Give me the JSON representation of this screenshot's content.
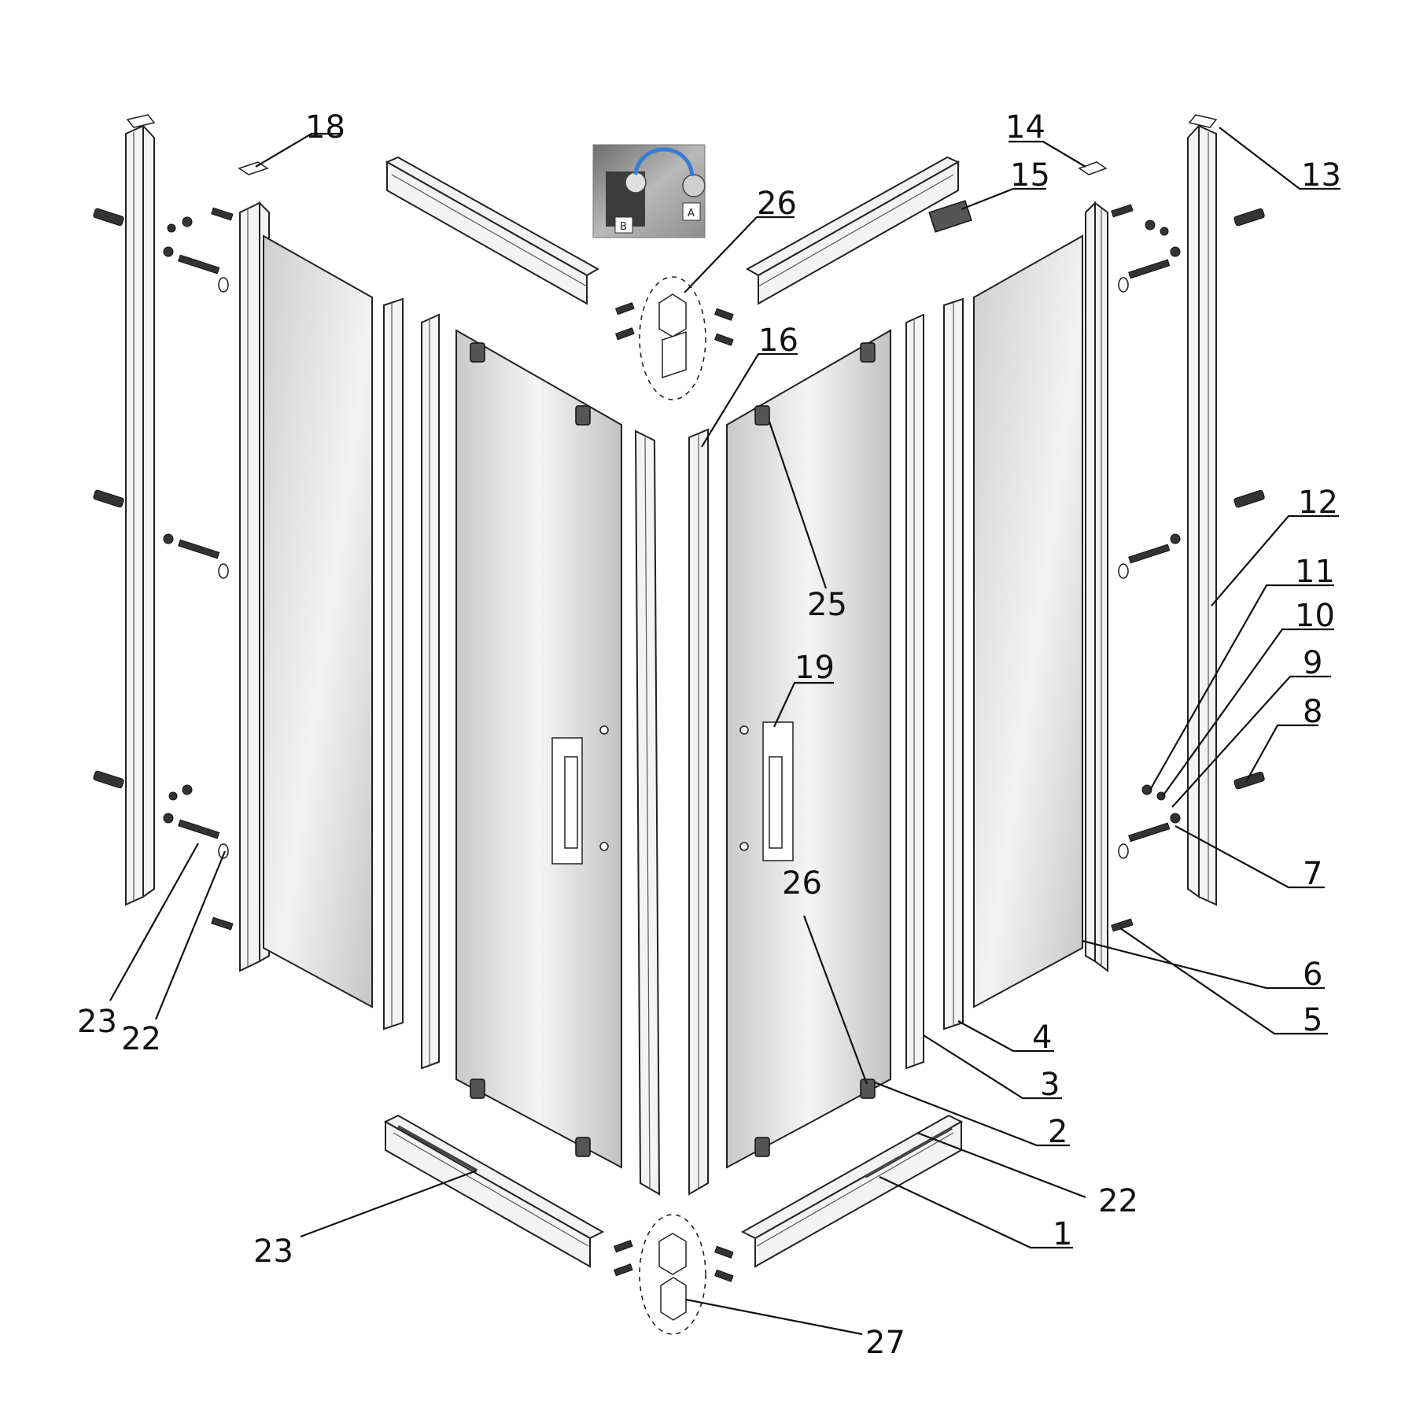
{
  "diagram": {
    "callouts": [
      {
        "id": "c18",
        "label": "18"
      },
      {
        "id": "c14",
        "label": "14"
      },
      {
        "id": "c15",
        "label": "15"
      },
      {
        "id": "c13",
        "label": "13"
      },
      {
        "id": "c26a",
        "label": "26"
      },
      {
        "id": "c16",
        "label": "16"
      },
      {
        "id": "c25",
        "label": "25"
      },
      {
        "id": "c12",
        "label": "12"
      },
      {
        "id": "c11",
        "label": "11"
      },
      {
        "id": "c10",
        "label": "10"
      },
      {
        "id": "c9",
        "label": "9"
      },
      {
        "id": "c8",
        "label": "8"
      },
      {
        "id": "c19",
        "label": "19"
      },
      {
        "id": "c7",
        "label": "7"
      },
      {
        "id": "c26b",
        "label": "26"
      },
      {
        "id": "c6",
        "label": "6"
      },
      {
        "id": "c5",
        "label": "5"
      },
      {
        "id": "c23a",
        "label": "23"
      },
      {
        "id": "c22a",
        "label": "22"
      },
      {
        "id": "c4",
        "label": "4"
      },
      {
        "id": "c3",
        "label": "3"
      },
      {
        "id": "c2",
        "label": "2"
      },
      {
        "id": "c22b",
        "label": "22"
      },
      {
        "id": "c1",
        "label": "1"
      },
      {
        "id": "c23b",
        "label": "23"
      },
      {
        "id": "c27",
        "label": "27"
      }
    ],
    "photo_inset": {
      "tag_b": "B",
      "tag_a": "A"
    },
    "colors": {
      "line": "#111111",
      "glass_light": "#f4f4f4",
      "glass_dark": "#bdbdbd",
      "wire": "#3a7bd5"
    }
  }
}
